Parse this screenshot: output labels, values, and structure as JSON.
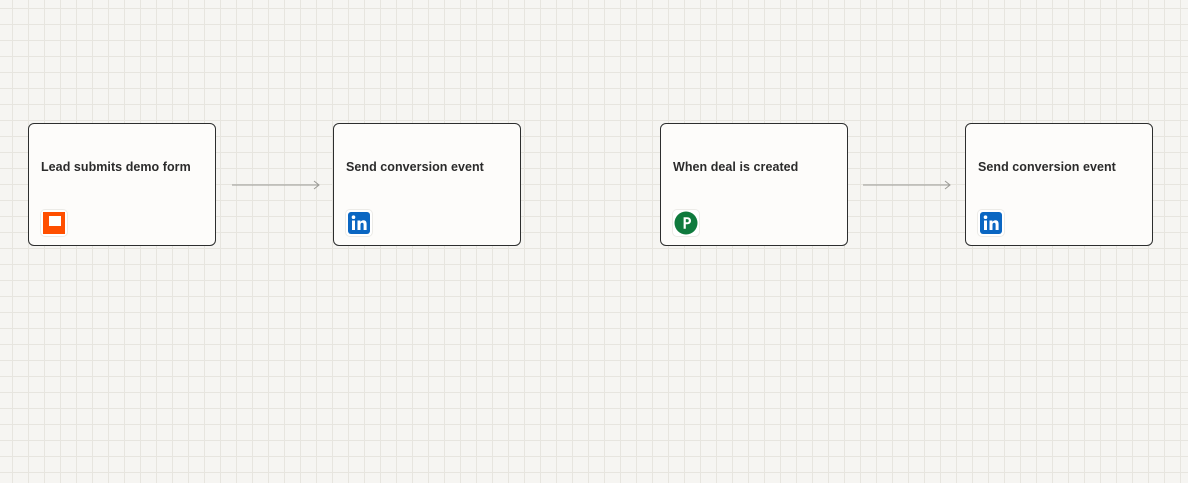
{
  "canvas": {
    "background_color": "#f6f5f2",
    "grid_color": "#e7e5df"
  },
  "workflows": [
    {
      "trigger": {
        "title": "Lead submits demo form",
        "icon": "orange-square-form-icon",
        "icon_color": "#ff4f00"
      },
      "action": {
        "title": "Send conversion event",
        "icon": "linkedin-icon",
        "icon_color": "#0a66c2"
      }
    },
    {
      "trigger": {
        "title": "When deal is created",
        "icon": "pipedrive-icon",
        "icon_color": "#0f7a3d"
      },
      "action": {
        "title": "Send conversion event",
        "icon": "linkedin-icon",
        "icon_color": "#0a66c2"
      }
    }
  ]
}
